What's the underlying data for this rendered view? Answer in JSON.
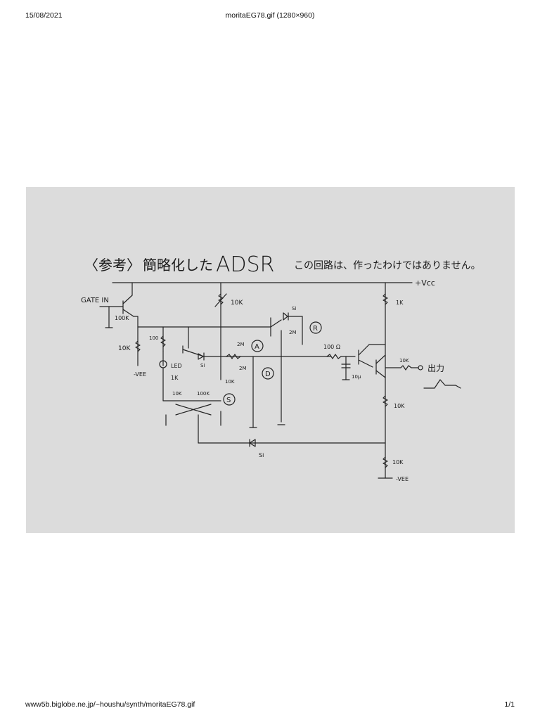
{
  "header": {
    "date": "15/08/2021",
    "title": "moritaEG78.gif (1280×960)"
  },
  "footer": {
    "url": "www5b.biglobe.ne.jp/~houshu/synth/moritaEG78.gif",
    "page": "1/1"
  },
  "diagram": {
    "title_bracket": "〈参考〉",
    "title_jp": "簡略化した",
    "title_main": "ADSR",
    "note": "この回路は、作ったわけではありません。",
    "labels": {
      "vcc": "+Vcc",
      "vee_left": "-VEE",
      "vee_right": "-VEE",
      "gate_in": "GATE IN",
      "r100k_gate": "100K",
      "r10k_left": "10K",
      "r100_led": "100",
      "led": "LED",
      "r1k_led": "1K",
      "si_1": "Si",
      "r10k_top": "10K",
      "si_top": "Si",
      "r2m_r": "2M",
      "knob_r": "R",
      "r2m_a": "2M",
      "knob_a": "A",
      "r2m_d": "2M",
      "knob_d": "D",
      "r10k_s": "10K",
      "knob_s": "S",
      "r10k_ff": "10K",
      "r100k_ff": "100K",
      "r100_ohm": "100 Ω",
      "cap_10u": "10μ",
      "r1k_right": "1K",
      "r10_out": "10K",
      "output": "出力",
      "r10k_right": "10K",
      "r10k_bottom": "10K",
      "si_bottom": "Si"
    }
  }
}
